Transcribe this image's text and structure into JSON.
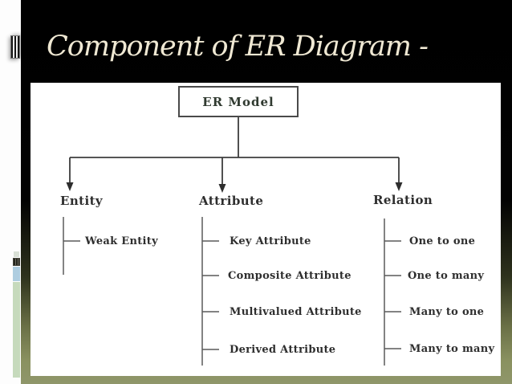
{
  "header": {
    "title": "Component of ER Diagram -"
  },
  "diagram": {
    "root_label": "ER Model",
    "branches": [
      {
        "label": "Entity",
        "children": [
          "Weak Entity"
        ]
      },
      {
        "label": "Attribute",
        "children": [
          "Key Attribute",
          "Composite Attribute",
          "Multivalued Attribute",
          "Derived Attribute"
        ]
      },
      {
        "label": "Relation",
        "children": [
          "One to one",
          "One to many",
          "Many to one",
          "Many to many"
        ]
      }
    ]
  },
  "colors": {
    "slide_background": "#000000",
    "panel_background": "#ffffff",
    "bottom_bar_olive": "#8a9160",
    "title_cream": "#efe8d3",
    "connector_line": "#3d3d3d",
    "subtree_line": "#5a5a5a",
    "diagram_text": "#2e2e2e",
    "scroll_segment_blue": "#aecde0",
    "scroll_track_green": "#c6dabc"
  },
  "icons": {
    "striped_thumbnail": "vertical-stripes",
    "striped_thumbnail_small": "vertical-stripes",
    "page_marker": "small-square",
    "scrollbar_segment": "blue-rect",
    "scrollbar_track": "green-bar"
  }
}
